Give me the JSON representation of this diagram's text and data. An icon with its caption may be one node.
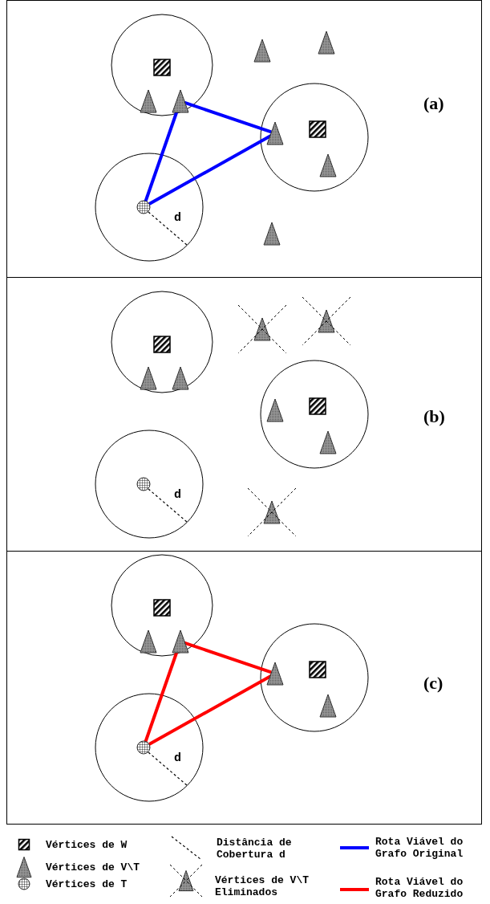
{
  "diagram": {
    "nodes": [
      {
        "text": [
          "(a)"
        ]
      },
      {
        "text": [],
        "shape": "triangle",
        "in": 0
      },
      {
        "text": [],
        "shape": "triangle",
        "in": 0
      },
      {
        "text": [],
        "shape": "box",
        "in": 0
      },
      {
        "text": [],
        "shape": "triangle",
        "in": 0
      },
      {
        "text": [],
        "shape": "triangle",
        "in": 0
      },
      {
        "text": [],
        "shape": "box",
        "in": 0
      },
      {
        "text": [],
        "shape": "triangle",
        "in": 0
      },
      {
        "text": [],
        "shape": "triangle",
        "in": 0
      },
      {
        "text": [],
        "shape": "circle",
        "in": 0
      },
      {
        "text": [],
        "shape": "triangle",
        "in": 0
      },
      {
        "text": [
          "(b)"
        ]
      },
      {
        "text": [],
        "shape": "triangle",
        "in": 11
      },
      {
        "text": [],
        "shape": "triangle",
        "in": 11
      },
      {
        "text": [],
        "shape": "box",
        "in": 11
      },
      {
        "text": [],
        "shape": "triangle",
        "in": 11
      },
      {
        "text": [],
        "shape": "triangle",
        "in": 11
      },
      {
        "text": [],
        "shape": "box",
        "in": 11
      },
      {
        "text": [],
        "shape": "triangle",
        "in": 11
      },
      {
        "text": [],
        "shape": "triangle",
        "in": 11
      },
      {
        "text": [],
        "shape": "circle",
        "in": 11
      },
      {
        "text": [],
        "shape": "triangle",
        "in": 11
      },
      {
        "text": [
          "(c)"
        ]
      },
      {
        "text": [],
        "shape": "box",
        "in": 22
      },
      {
        "text": [],
        "shape": "triangle",
        "in": 22
      },
      {
        "text": [],
        "shape": "triangle",
        "in": 22
      },
      {
        "text": [],
        "shape": "box",
        "in": 22
      },
      {
        "text": [],
        "shape": "triangle",
        "in": 22
      },
      {
        "text": [],
        "shape": "triangle",
        "in": 22
      },
      {
        "text": [],
        "shape": "circle",
        "in": 22
      }
    ],
    "edges": [
      {
        "from": 9,
        "to": 5,
        "arrow": "none",
        "color": "#0000ff"
      },
      {
        "from": 5,
        "to": 7,
        "arrow": "none",
        "color": "#0000ff"
      },
      {
        "from": 7,
        "to": 9,
        "arrow": "none",
        "color": "#0000ff"
      },
      {
        "from": 29,
        "to": 25,
        "arrow": "none",
        "color": "#ff0000"
      },
      {
        "from": 25,
        "to": 27,
        "arrow": "none",
        "color": "#ff0000"
      },
      {
        "from": 27,
        "to": 29,
        "arrow": "none",
        "color": "#ff0000"
      }
    ],
    "labels": [
      "d",
      "d",
      "d"
    ],
    "legend": [
      {
        "text": "Vértices de W"
      },
      {
        "text": "Vértices de V\\T"
      },
      {
        "text": "Vértices de T"
      },
      {
        "text": "Distância de Cobertura d"
      },
      {
        "text": "Vértices de V\\T Eliminados"
      },
      {
        "text": "Rota Viável do Grafo Original"
      },
      {
        "text": "Rota Viável do Grafo Reduzido"
      }
    ]
  }
}
